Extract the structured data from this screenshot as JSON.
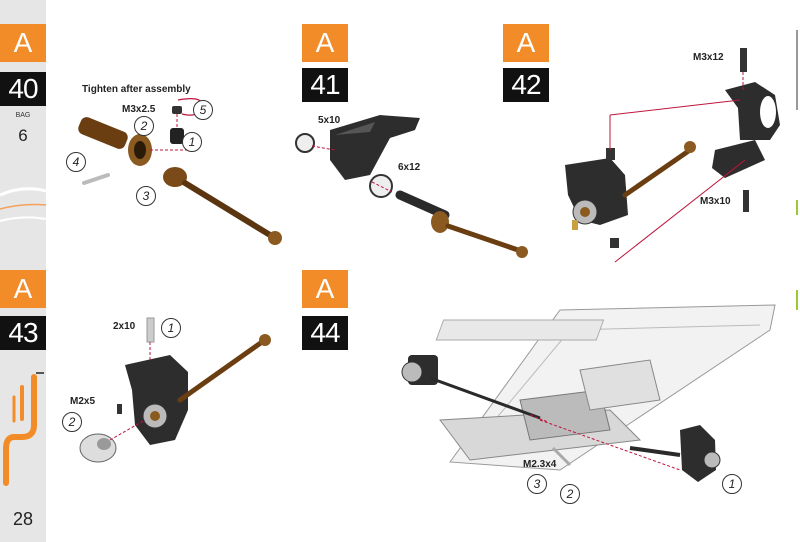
{
  "sidebar": {
    "section_letter": "A",
    "step_number": "40",
    "bag_label": "BAG",
    "bag_number": "6",
    "section_letter_2": "A",
    "step_number_2": "43",
    "page_number": "28"
  },
  "steps": [
    {
      "letter": "A",
      "number": "41"
    },
    {
      "letter": "A",
      "number": "42"
    },
    {
      "letter": "A",
      "number": "44"
    }
  ],
  "step40": {
    "note": "Tighten after assembly",
    "screw": "M3x2.5",
    "callouts": [
      "1",
      "2",
      "3",
      "4",
      "5"
    ]
  },
  "step41": {
    "bearing_a": "5x10",
    "bearing_b": "6x12"
  },
  "step42": {
    "screw_top": "M3x12",
    "screw_bottom": "M3x10"
  },
  "step43": {
    "pin": "2x10",
    "screw": "M2x5",
    "callouts": [
      "1",
      "2"
    ]
  },
  "step44": {
    "screw": "M2.3x4",
    "callouts": [
      "1",
      "2",
      "3"
    ]
  },
  "colors": {
    "accent": "#f28c28",
    "step_bg": "#111111",
    "sidebar_bg": "#e6e6e6",
    "guide": "#c0143c"
  }
}
